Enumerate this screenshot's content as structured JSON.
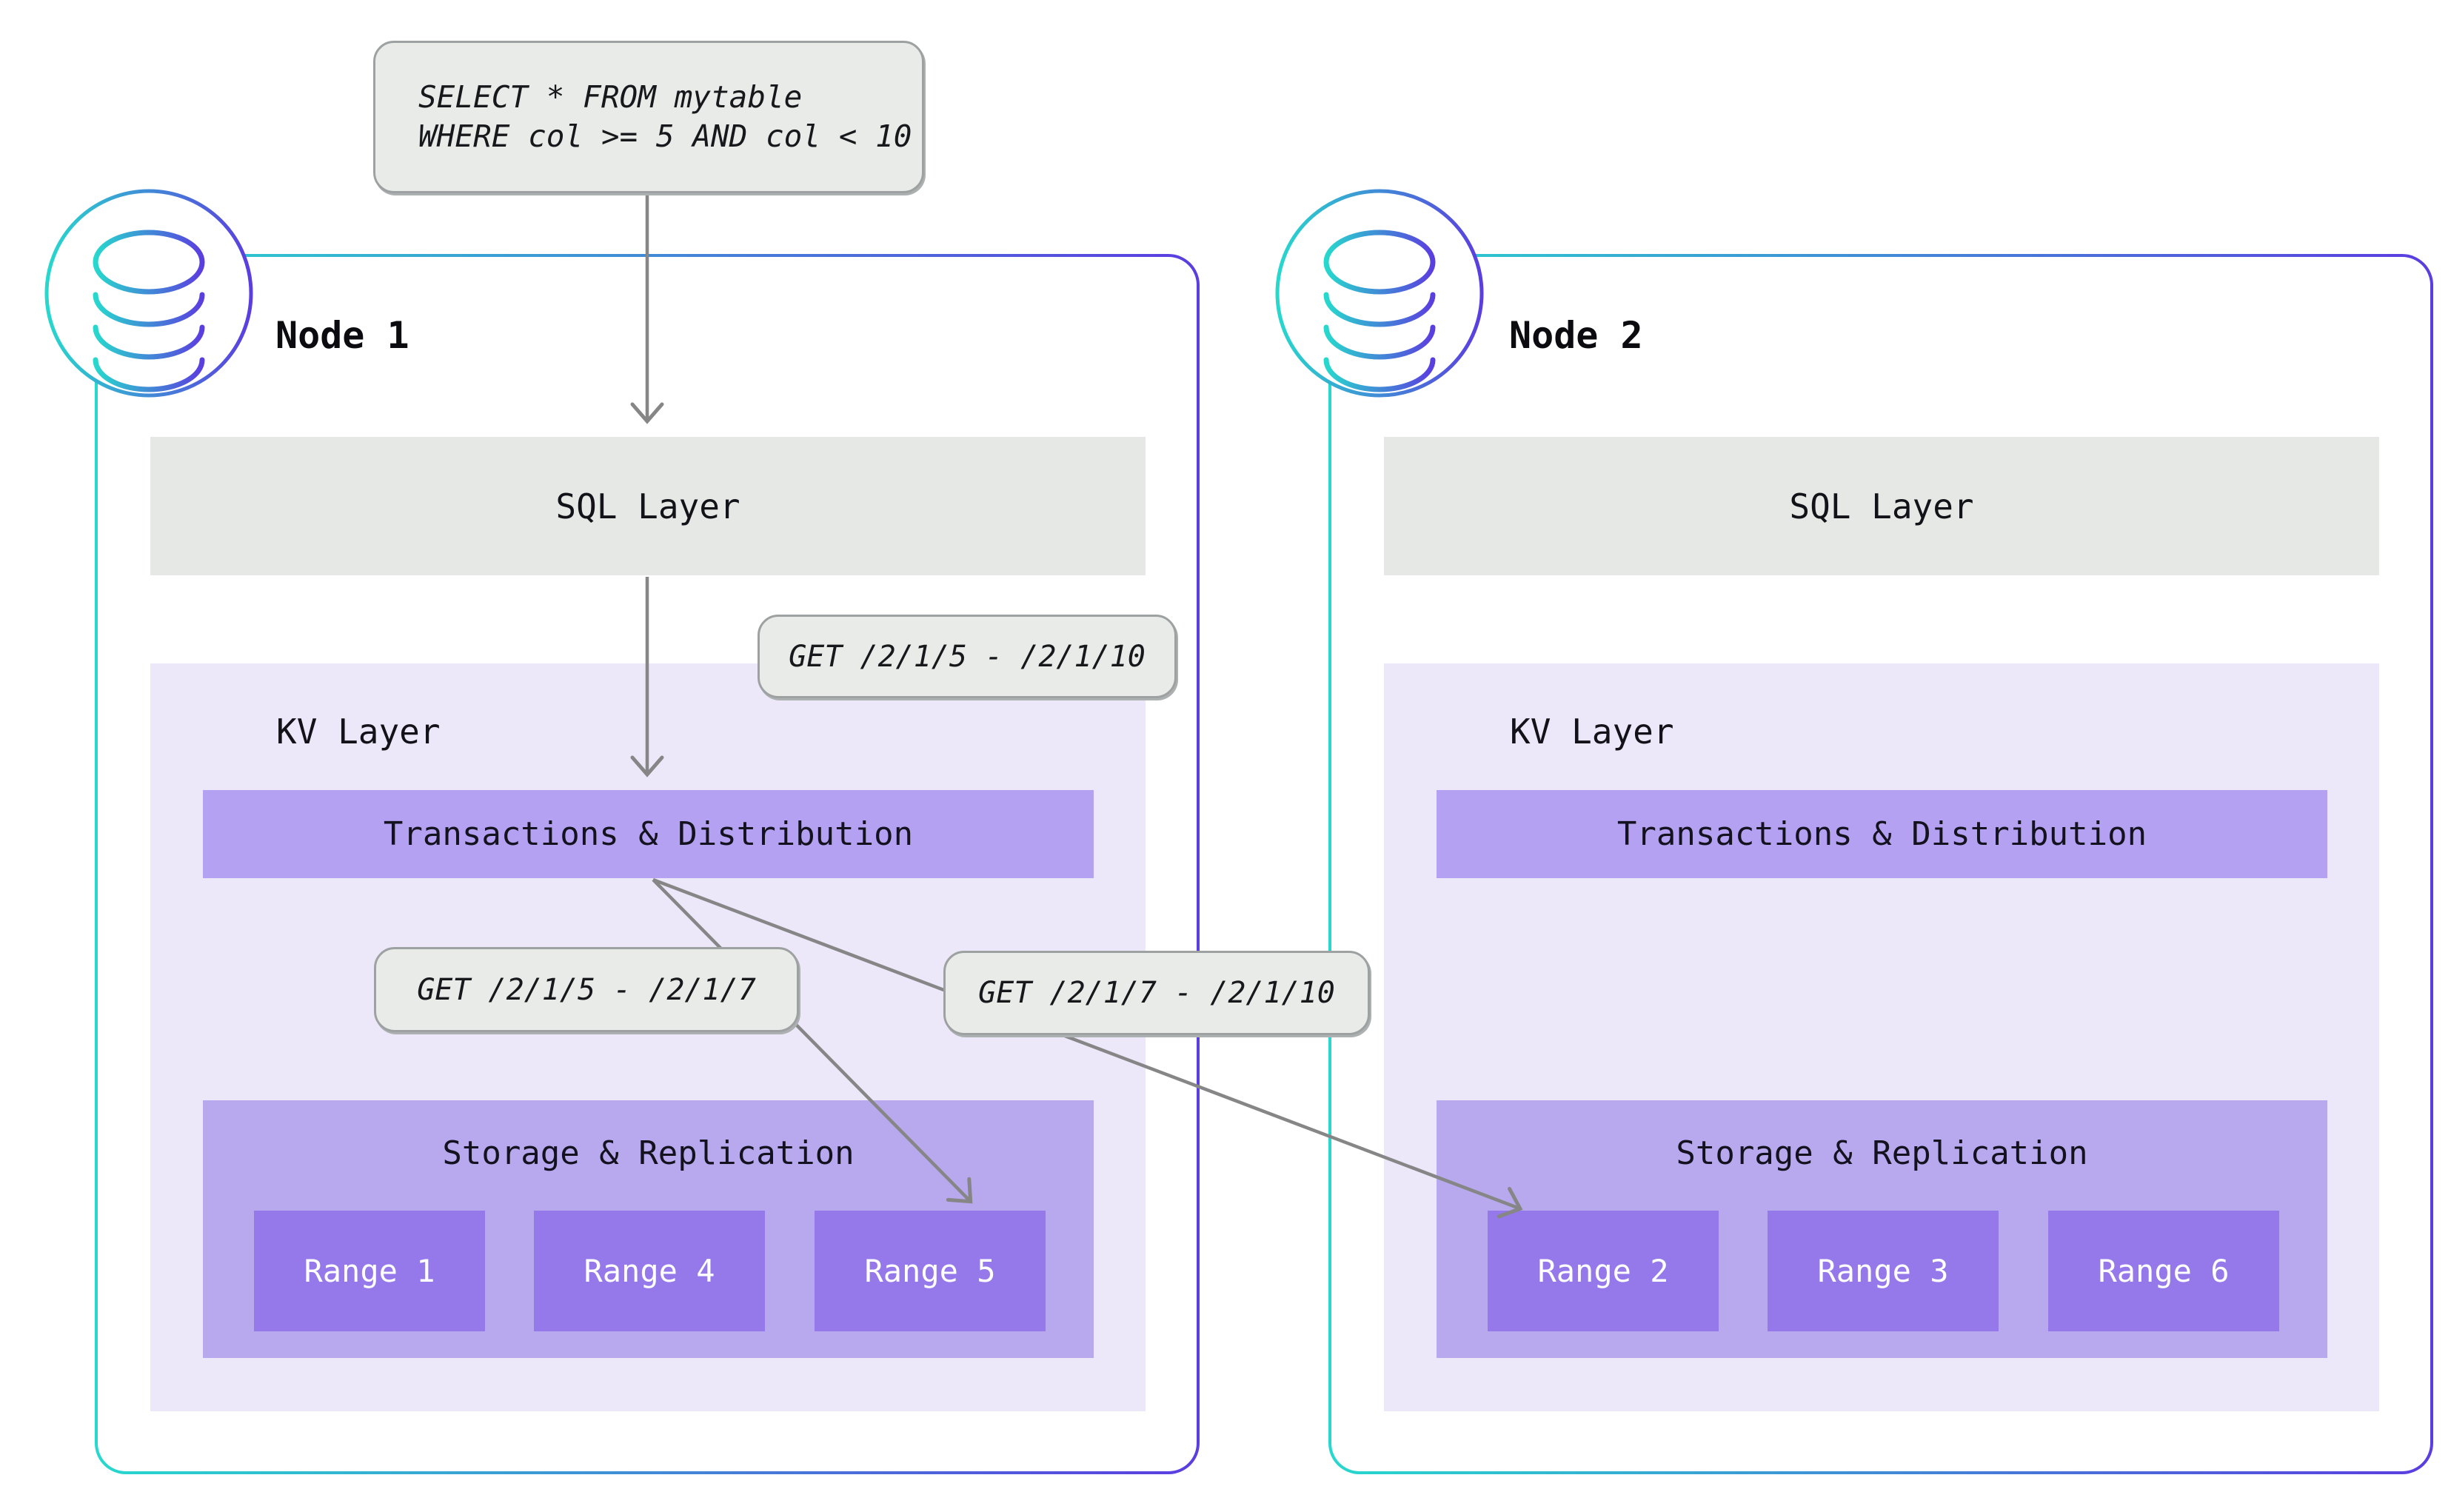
{
  "query_bubble": {
    "line1": "SELECT * FROM mytable",
    "line2": "WHERE col >= 5 AND col < 10"
  },
  "request_labels": {
    "full_range": "GET /2/1/5 - /2/1/10",
    "left_split": "GET /2/1/5 - /2/1/7",
    "right_split": "GET /2/1/7 - /2/1/10"
  },
  "nodes": [
    {
      "title": "Node 1",
      "sql_layer_label": "SQL Layer",
      "kv_layer_label": "KV Layer",
      "transactions_label": "Transactions & Distribution",
      "storage_label": "Storage & Replication",
      "ranges": [
        "Range 1",
        "Range 4",
        "Range 5"
      ]
    },
    {
      "title": "Node 2",
      "sql_layer_label": "SQL Layer",
      "kv_layer_label": "KV Layer",
      "transactions_label": "Transactions & Distribution",
      "storage_label": "Storage & Replication",
      "ranges": [
        "Range 2",
        "Range 3",
        "Range 6"
      ]
    }
  ],
  "icons": {
    "node_badge": "database-icon",
    "arrowhead": "chevron-arrowhead"
  },
  "colors": {
    "gradient_cyan": "#27d8cd",
    "gradient_purple": "#5b3de0",
    "sql_layer_gray": "#e6e8e6",
    "kv_layer_lavender": "#ece8f9",
    "transactions_purple": "#b5a1f2",
    "storage_purple": "#b8a9ee",
    "range_purple": "#9579ea",
    "bubble_gray": "#e9ebe9",
    "bubble_border_gray": "#9da1a1",
    "arrow_gray": "#868686"
  }
}
